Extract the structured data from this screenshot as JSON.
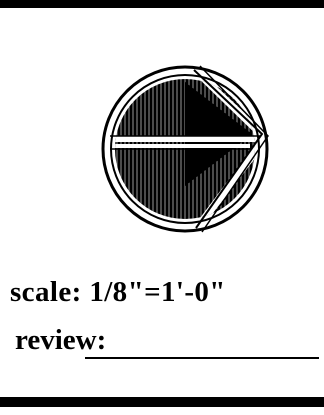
{
  "scale": {
    "label": "scale:",
    "value": "1/8\"=1'-0\""
  },
  "review": {
    "label": "review:",
    "value": ""
  },
  "north_arrow": {
    "icon": "north-arrow-icon"
  },
  "colors": {
    "ink": "#000000",
    "paper": "#ffffff"
  }
}
